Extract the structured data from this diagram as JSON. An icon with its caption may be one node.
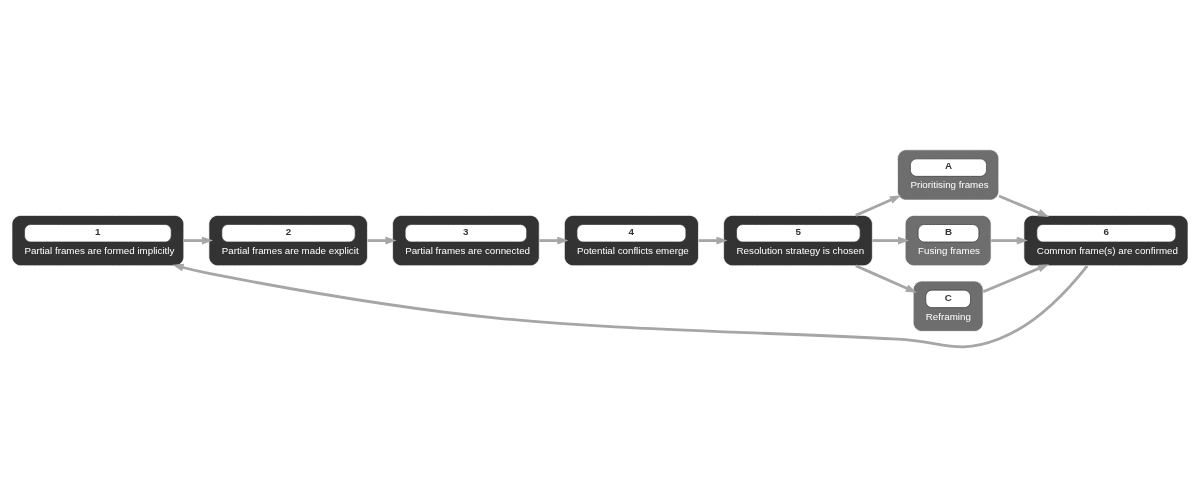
{
  "diagram": {
    "nodes": [
      {
        "text": [
          "1",
          "Partial frames are formed implicitly"
        ]
      },
      {
        "text": [
          "2",
          "Partial frames are made explicit"
        ]
      },
      {
        "text": [
          "3",
          "Partial frames are connected"
        ]
      },
      {
        "text": [
          "4",
          "Potential conflicts emerge"
        ]
      },
      {
        "text": [
          "5",
          "Resolution strategy is chosen"
        ]
      },
      {
        "text": [
          "A",
          "Prioritising frames"
        ]
      },
      {
        "text": [
          "B",
          "Fusing frames"
        ]
      },
      {
        "text": [
          "C",
          "Reframing"
        ]
      },
      {
        "text": [
          "6",
          "Common frame(s) are confirmed"
        ]
      }
    ],
    "edges": [
      {
        "from": 0,
        "to": 1,
        "arrow": "to"
      },
      {
        "from": 1,
        "to": 2,
        "arrow": "to"
      },
      {
        "from": 2,
        "to": 3,
        "arrow": "to"
      },
      {
        "from": 3,
        "to": 4,
        "arrow": "to"
      },
      {
        "from": 4,
        "to": 5,
        "arrow": "to"
      },
      {
        "from": 4,
        "to": 6,
        "arrow": "to"
      },
      {
        "from": 4,
        "to": 7,
        "arrow": "to"
      },
      {
        "from": 5,
        "to": 8,
        "arrow": "to"
      },
      {
        "from": 6,
        "to": 8,
        "arrow": "to"
      },
      {
        "from": 7,
        "to": 8,
        "arrow": "to"
      },
      {
        "from": 8,
        "to": 0,
        "arrow": "to"
      }
    ]
  }
}
